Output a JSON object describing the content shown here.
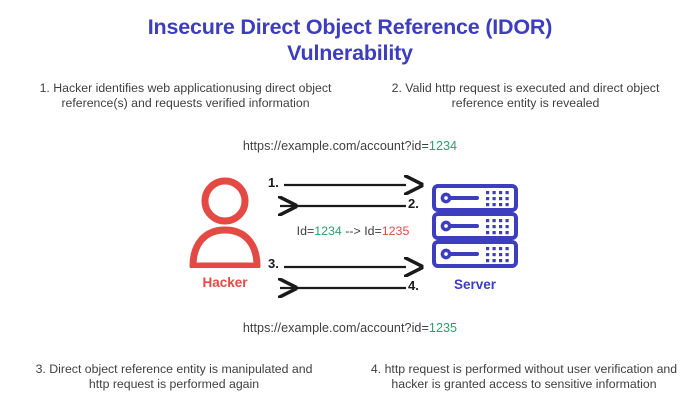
{
  "title": {
    "line1": "Insecure Direct Object Reference (IDOR)",
    "line2": "Vulnerability",
    "color": "#3d3dbf"
  },
  "captions": {
    "step1": "1. Hacker identifies web applicationusing direct object reference(s) and requests verified information",
    "step2": "2. Valid http request is executed and direct object reference entity is revealed",
    "step3": "3. Direct object reference entity is manipulated and http request is performed again",
    "step4": "4. http request is performed without user verification and hacker is granted access to sensitive information"
  },
  "urls": {
    "top": {
      "base": "https://example.com/account?id=",
      "id": "1234",
      "id_color": "#2f9e6e"
    },
    "bottom": {
      "base": "https://example.com/account?id=",
      "id": "1235",
      "id_color": "#2f9e6e"
    }
  },
  "actors": {
    "hacker": {
      "label": "Hacker",
      "color": "#e34a43",
      "icon": "person-icon"
    },
    "server": {
      "label": "Server",
      "color": "#3d3dbf",
      "icon": "server-rack-icon"
    }
  },
  "flow": {
    "arrows": [
      {
        "number": "1.",
        "direction": "right",
        "from": "hacker",
        "to": "server"
      },
      {
        "number": "2.",
        "direction": "left",
        "from": "server",
        "to": "hacker"
      },
      {
        "number": "3.",
        "direction": "right",
        "from": "hacker",
        "to": "server"
      },
      {
        "number": "4.",
        "direction": "left",
        "from": "server",
        "to": "hacker"
      }
    ],
    "manipulation": {
      "original_label": "Id=",
      "original_value": "1234",
      "original_color": "#2f9e6e",
      "separator": " --> ",
      "modified_label": "Id=",
      "modified_value": "1235",
      "modified_color": "#e2494a"
    }
  },
  "background_color": "#ffffff"
}
